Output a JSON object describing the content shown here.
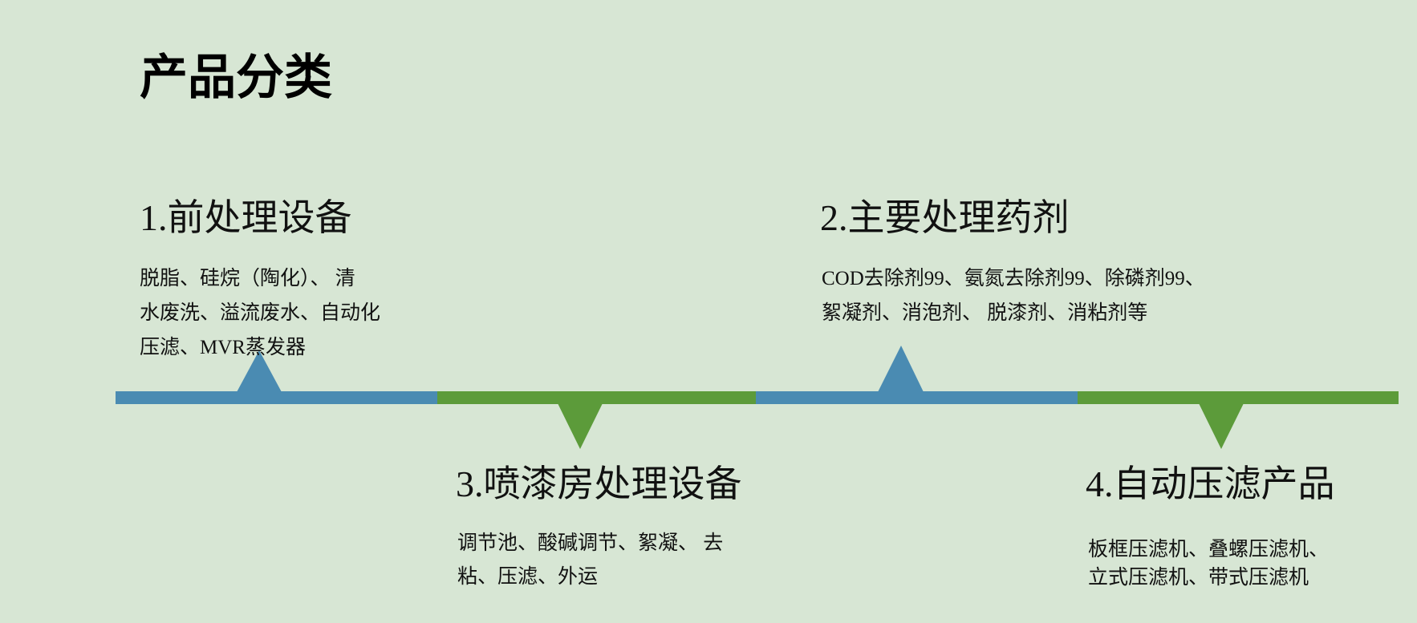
{
  "title": "产品分类",
  "colors": {
    "background": "#d7e6d4",
    "blue": "#4a8bb2",
    "green": "#5c9b3a"
  },
  "sections": [
    {
      "heading": "1.前处理设备",
      "lines": [
        "脱脂、硅烷（陶化）、 清",
        "水废洗、溢流废水、自动化",
        "压滤、MVR蒸发器"
      ]
    },
    {
      "heading": "2.主要处理药剂",
      "lines": [
        "COD去除剂99、氨氮去除剂99、除磷剂99、",
        "絮凝剂、消泡剂、 脱漆剂、消粘剂等"
      ]
    },
    {
      "heading": "3.喷漆房处理设备",
      "lines": [
        "调节池、酸碱调节、絮凝、 去",
        "粘、压滤、外运"
      ]
    },
    {
      "heading": "4.自动压滤产品",
      "lines": [
        "板框压滤机、叠螺压滤机、",
        "立式压滤机、带式压滤机"
      ]
    }
  ]
}
